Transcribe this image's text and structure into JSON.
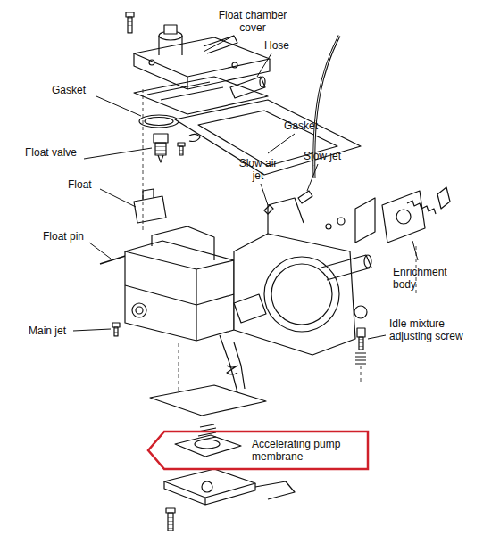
{
  "diagram": {
    "nodes": [
      {
        "text": [
          "Accelerating pump membrane"
        ]
      }
    ],
    "labels": [
      "Float chamber cover",
      "Hose",
      "Gasket",
      "Gasket",
      "Float valve",
      "Slow jet",
      "Slow air jet",
      "Float",
      "Float pin",
      "Enrichment body",
      "Main jet",
      "Idle mixture adjusting screw"
    ]
  }
}
